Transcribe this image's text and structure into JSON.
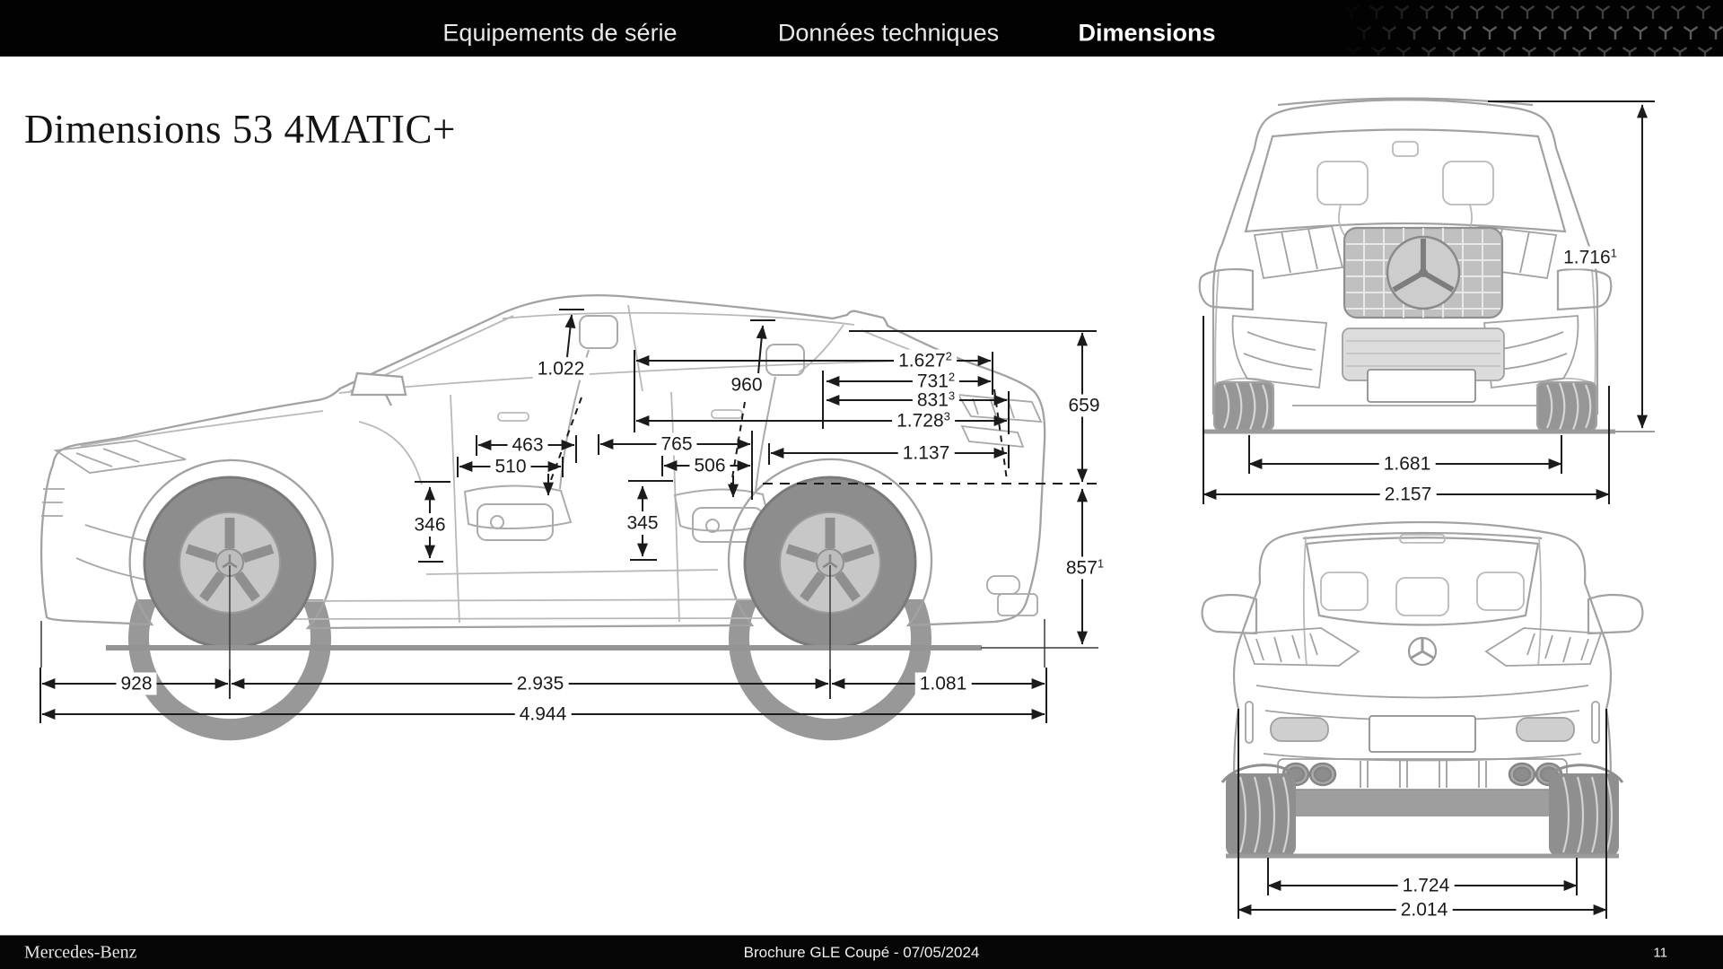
{
  "header": {
    "nav": [
      {
        "label": "Equipements de série",
        "active": false
      },
      {
        "label": "Données techniques",
        "active": false
      },
      {
        "label": "Dimensions",
        "active": true
      }
    ]
  },
  "page": {
    "title": "Dimensions 53 4MATIC+"
  },
  "dims": {
    "side": {
      "d1022": {
        "v": "1.022",
        "s": ""
      },
      "d960": {
        "v": "960",
        "s": ""
      },
      "d1627": {
        "v": "1.627",
        "s": "2"
      },
      "d731": {
        "v": "731",
        "s": "2"
      },
      "d831": {
        "v": "831",
        "s": "3"
      },
      "d1728": {
        "v": "1.728",
        "s": "3"
      },
      "d1137": {
        "v": "1.137",
        "s": ""
      },
      "d463": {
        "v": "463",
        "s": ""
      },
      "d510": {
        "v": "510",
        "s": ""
      },
      "d765": {
        "v": "765",
        "s": ""
      },
      "d506": {
        "v": "506",
        "s": ""
      },
      "d346": {
        "v": "346",
        "s": ""
      },
      "d345": {
        "v": "345",
        "s": ""
      },
      "d659": {
        "v": "659",
        "s": ""
      },
      "d857": {
        "v": "857",
        "s": "1"
      },
      "d928": {
        "v": "928",
        "s": ""
      },
      "d2935": {
        "v": "2.935",
        "s": ""
      },
      "d1081": {
        "v": "1.081",
        "s": ""
      },
      "d4944": {
        "v": "4.944",
        "s": ""
      }
    },
    "front": {
      "d1716": {
        "v": "1.716",
        "s": "1"
      },
      "d1681": {
        "v": "1.681",
        "s": ""
      },
      "d2157": {
        "v": "2.157",
        "s": ""
      }
    },
    "rear": {
      "d1724": {
        "v": "1.724",
        "s": ""
      },
      "d2014": {
        "v": "2.014",
        "s": ""
      }
    }
  },
  "footer": {
    "brand": "Mercedes-Benz",
    "document": "Brochure GLE Coupé - 07/05/2024",
    "page_number": "11"
  }
}
